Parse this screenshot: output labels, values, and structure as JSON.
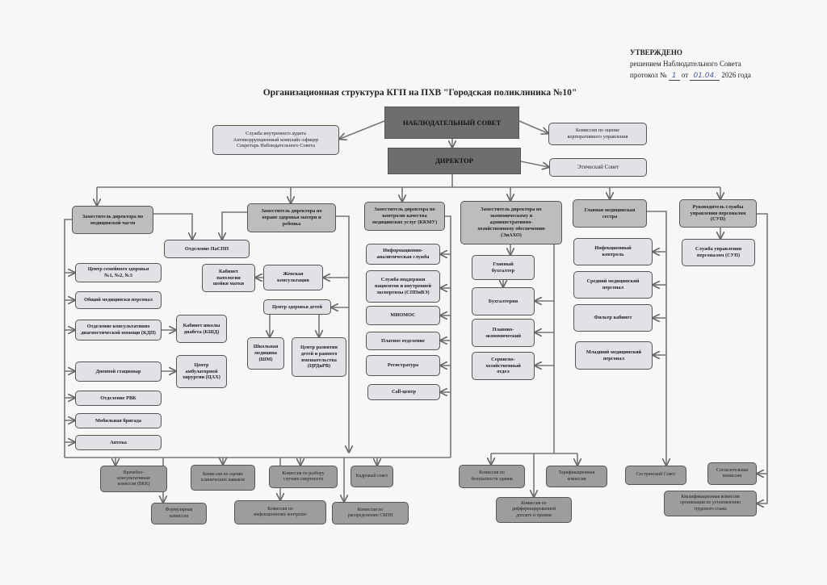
{
  "approval": {
    "title": "УТВЕРЖДЕНО",
    "line1": "решением Наблюдательного Совета",
    "protocol_prefix": "протокол №",
    "protocol_number": "1",
    "date_prefix": "от",
    "date": "01.04.",
    "year_suffix": "2026 года"
  },
  "title": "Организационная структура КГП на ПХВ \"Городская поликлиника №10\"",
  "nodes": {
    "board": "НАБЛЮДАТЕЛЬНЫЙ СОВЕТ",
    "audit": "Служба внутреннего аудита\nАнтикоррупционный комплайс-офицер\nСекретарь Наблюдательного Совета",
    "corp_commission": "Комиссия по оценке\nкорпоративного управления",
    "director": "ДИРЕКТОР",
    "ethics": "Этический Совет",
    "dep_medical": "Заместитель директора по\nмедицинской части",
    "dep_mother": "Заместитель директора по\nохране здоровья матери и\nребенка",
    "dep_kkmu": "Заместитель директора по\nконтролю качества\nмедицинских услуг (ККМУ)",
    "dep_econ": "Заместитель директора по\nэкономическому и\nадминистративно-\nхозяйственному обеспечению\n(ЭиАХО)",
    "head_nurse": "Главная медицинская\nсестра",
    "hr_head": "Руководитель службы\nуправления персоналом\n(СУП)",
    "pasp": "Отделение ПаСПП",
    "csz": "Центр семейного здоровья\n№1, №2, №3",
    "general_staff": "Общий медицински персонал",
    "kdp": "Отделение консультативно\nдиагностической помощи (КДП)",
    "diabetes": "Кабинет школы\nдиабета (КШД)",
    "day_hospital": "Дневной стационар",
    "cah": "Центр\nамбулаторной\nхирургии (ЦАХ)",
    "rvk": "Отделение РВК",
    "mobile": "Мобильная бригада",
    "pharmacy": "Аптека",
    "cervix": "Кабинет\nпатологии\nшейки матки",
    "womens": "Женская\nконсультация",
    "child_center": "Центр здоровья детей",
    "school_med": "Школьная\nмедицина\n(ШМ)",
    "crdirv": "Центр развития\nдетей и раннего\nвмешательства\n(ЦРДиРВ)",
    "info_analytic": "Информационно-\nаналитическая служба",
    "sppve": "Служба поддержки\nпациентов и внутренней\nэкспертизы (СППиВЭ)",
    "miomos": "МИОМОС",
    "paid": "Платное отделение",
    "registry": "Регистратура",
    "call": "Call-центр",
    "chief_accountant": "Главный\nбухгалтер",
    "accounting": "Бухгалтерия",
    "planning": "Планово-\nэкономический",
    "service": "Сервисно-\nхозяйственный\nотдел",
    "infection": "Инфекционный\nконтроль",
    "mid_staff": "Средний медицинский\nперсонал",
    "filter": "Фильтр кабинет",
    "junior_staff": "Младший медицинский\nперсонал",
    "hr_service": "Служба управления\nперсоналом (СУП)",
    "vkk": "Врачебно-\nконсультативная\nкомиссия (ВКК)",
    "formulary": "Формулярная\nкомиссия",
    "clinical": "Комиссия по оценке\nклинических навыков",
    "infection_com": "Комиссия по\nинфекционному контролю",
    "mortality": "Комиссия по разбору\nслучаев смертности",
    "skpn": "Комиссия по\nраспределению СКПН",
    "personnel": "Кадровый совет",
    "building": "Комиссия по\nбезопасности здания",
    "tariff": "Тарификационная\nкомиссия",
    "diff_pay": "Комиссия по\nдифференцированной\nдоплате и премии",
    "nursing": "Сестринский Совет",
    "conciliation": "Согласительная\nкомиссия",
    "qualification": "Квалификационная комиссия\nорганизации по установлению\nтрудового стажа"
  },
  "colors": {
    "dark": "#6e6e6e",
    "deputy": "#bdbdbf",
    "unit": "#e2e2e6",
    "commission": "#9d9d9f"
  }
}
